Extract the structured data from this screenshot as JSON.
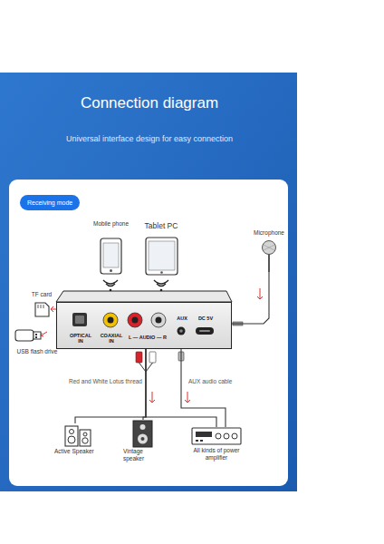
{
  "diagram": {
    "title": "Connection diagram",
    "nodes": [
      {
        "text": [
          "Receiving mode"
        ]
      },
      {
        "text": [
          "Mobile phone"
        ]
      },
      {
        "text": [
          "Tablet PC"
        ]
      },
      {
        "text": [
          "Microphone"
        ]
      },
      {
        "text": [
          "TF card"
        ]
      },
      {
        "text": [
          "USB flash drive"
        ]
      },
      {
        "text": [
          "OPTICAL IN",
          "COAXIAL IN",
          "L — AUDIO — R",
          "AUX",
          "DC 5V"
        ]
      },
      {
        "text": [
          "Active Speaker"
        ]
      },
      {
        "text": [
          "Vintage speaker"
        ]
      },
      {
        "text": [
          "All kinds of power amplifier"
        ]
      }
    ],
    "edges": [
      {
        "from": 3,
        "to": 6,
        "arrow": "none"
      },
      {
        "from": 6,
        "to": 7,
        "label": "Red and White Lotus thread",
        "arrow": "none"
      },
      {
        "from": 6,
        "to": 8,
        "arrow": "none"
      },
      {
        "from": 6,
        "to": 9,
        "arrow": "none"
      },
      {
        "from": 6,
        "to": 9,
        "label": "AUX audio cable",
        "arrow": "none"
      }
    ],
    "labels": [
      "Universal interface design for easy connection"
    ]
  }
}
